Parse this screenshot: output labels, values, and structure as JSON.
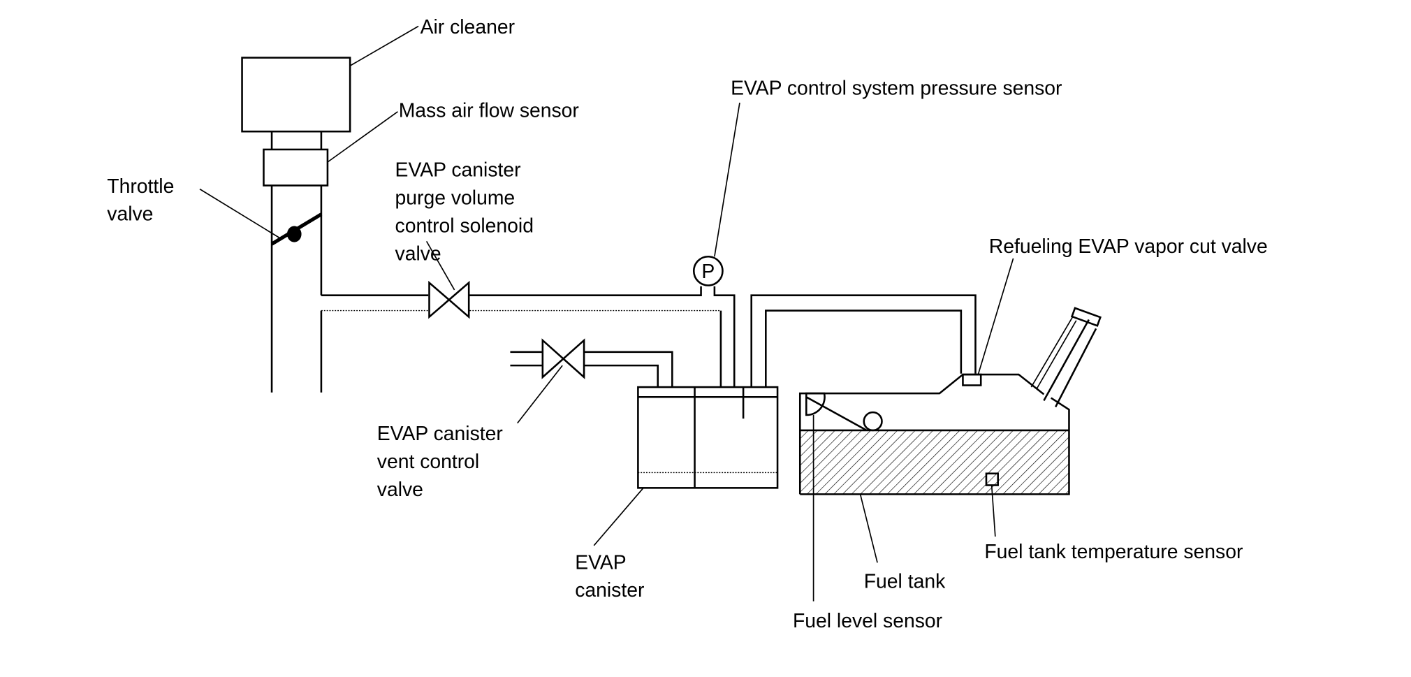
{
  "diagram": {
    "type": "EVAP system schematic",
    "labels": {
      "air_cleaner": "Air cleaner",
      "mass_air_flow_sensor": "Mass air flow sensor",
      "throttle_valve": [
        "Throttle",
        "valve"
      ],
      "purge_valve": [
        "EVAP canister",
        "purge volume",
        "control solenoid",
        "valve"
      ],
      "pressure_sensor": "EVAP control system pressure sensor",
      "pressure_symbol": "P",
      "refueling_cut_valve": "Refueling EVAP vapor cut valve",
      "vent_valve": [
        "EVAP canister",
        "vent control",
        "valve"
      ],
      "canister": [
        "EVAP",
        "canister"
      ],
      "fuel_tank_temp_sensor": "Fuel tank temperature sensor",
      "fuel_tank": "Fuel tank",
      "fuel_level_sensor": "Fuel level sensor"
    }
  }
}
